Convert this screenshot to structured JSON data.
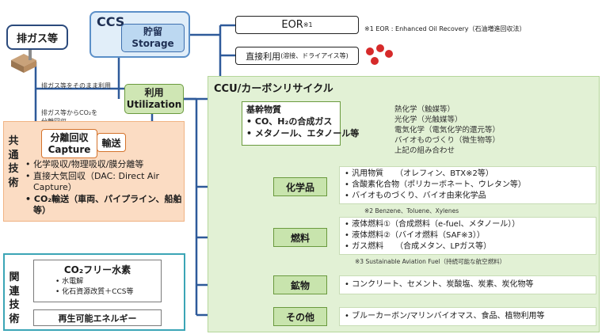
{
  "emission_source": "排ガス等",
  "ccs": {
    "label": "CCS",
    "storage_jp": "貯留",
    "storage_en": "Storage"
  },
  "utilization": {
    "jp": "利用",
    "en": "Utilization"
  },
  "notes": {
    "direct_use": "排ガス等をそのまま利用",
    "separate_line1": "排ガス等からCO₂を",
    "separate_line2": "分離回収"
  },
  "common_tech": {
    "side_label": [
      "共",
      "通",
      "技",
      "術"
    ],
    "capture_jp": "分離回収",
    "capture_en": "Capture",
    "transport": "輸送",
    "items": [
      "化学吸収/物理吸収/膜分離等",
      "直接大気回収（DAC: Direct Air Capture）",
      "CO₂輸送（車両、パイプライン、船舶等）"
    ]
  },
  "related_tech": {
    "side_label": [
      "関",
      "連",
      "技",
      "術"
    ],
    "hydrogen_title": "CO₂フリー水素",
    "hydrogen_items": [
      "水電解",
      "化石資源改質＋CCS等"
    ],
    "renewable": "再生可能エネルギー"
  },
  "eor": {
    "label": "EOR",
    "sup": "※1",
    "note": "※1 EOR : Enhanced Oil Recovery（石油増進回収法）"
  },
  "direct": {
    "label": "直接利用",
    "detail": "(溶接、ドライアイス等)"
  },
  "ccu": {
    "title": "CCU/カーボンリサイクル",
    "base": {
      "title": "基幹物質",
      "item1": "CO、H₂の合成ガス",
      "item2": "メタノール、エタノール等"
    },
    "methods": [
      "熱化学（触媒等）",
      "光化学（光触媒等）",
      "電気化学（電気化学的還元等）",
      "バイオものづくり（微生物等）",
      "上記の組み合わせ"
    ],
    "categories": [
      {
        "label": "化学品",
        "items": [
          "汎用物質　　（オレフィン、BTX※2等）",
          "含酸素化合物（ポリカーボネート、ウレタン等）",
          "バイオものづくり、バイオ由来化学品"
        ],
        "note": "※2  Benzene、Toluene、Xylenes"
      },
      {
        "label": "燃料",
        "items": [
          "液体燃料①（合成燃料（e-fuel、メタノール））",
          "液体燃料②（バイオ燃料（SAF※3））",
          "ガス燃料　　（合成メタン、LPガス等）"
        ],
        "note": "※3  Sustainable Aviation Fuel（持続可能な航空燃料）"
      },
      {
        "label": "鉱物",
        "items": [
          "コンクリート、セメント、炭酸塩、炭素、炭化物等"
        ],
        "note": ""
      },
      {
        "label": "その他",
        "items": [
          "ブルーカーボン/マリンバイオマス、食品、植物利用等"
        ],
        "note": ""
      }
    ]
  },
  "colors": {
    "line_blue": "#2e5a9a",
    "ccu_bg": "#e2f1d5",
    "common_bg": "#fbdcc3",
    "related_border": "#3ba5b6"
  }
}
